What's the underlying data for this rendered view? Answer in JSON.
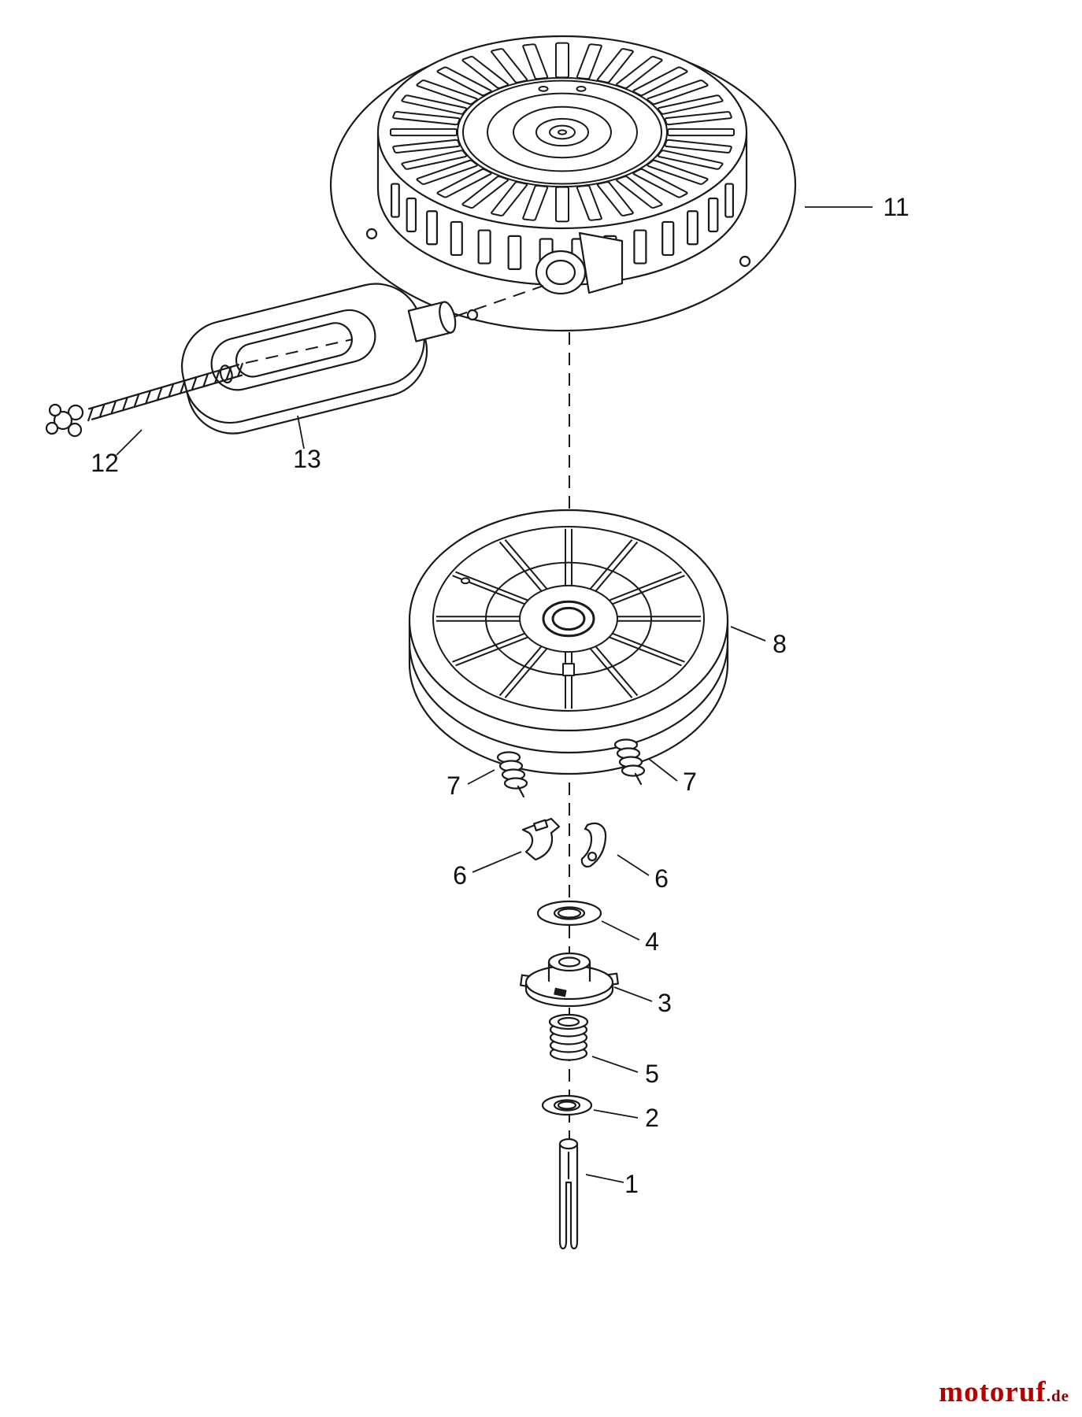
{
  "callouts": {
    "c11": "11",
    "c13": "13",
    "c12": "12",
    "c8": "8",
    "c7_left": "7",
    "c7_right": "7",
    "c6_left": "6",
    "c6_right": "6",
    "c4": "4",
    "c3": "3",
    "c5": "5",
    "c2": "2",
    "c1": "1"
  },
  "watermark": {
    "brand": "motoruf",
    "suffix": ".de"
  },
  "colors": {
    "line": "#1a1a1a",
    "watermark_brand": "#b50000",
    "watermark_suffix": "#8b0000"
  }
}
